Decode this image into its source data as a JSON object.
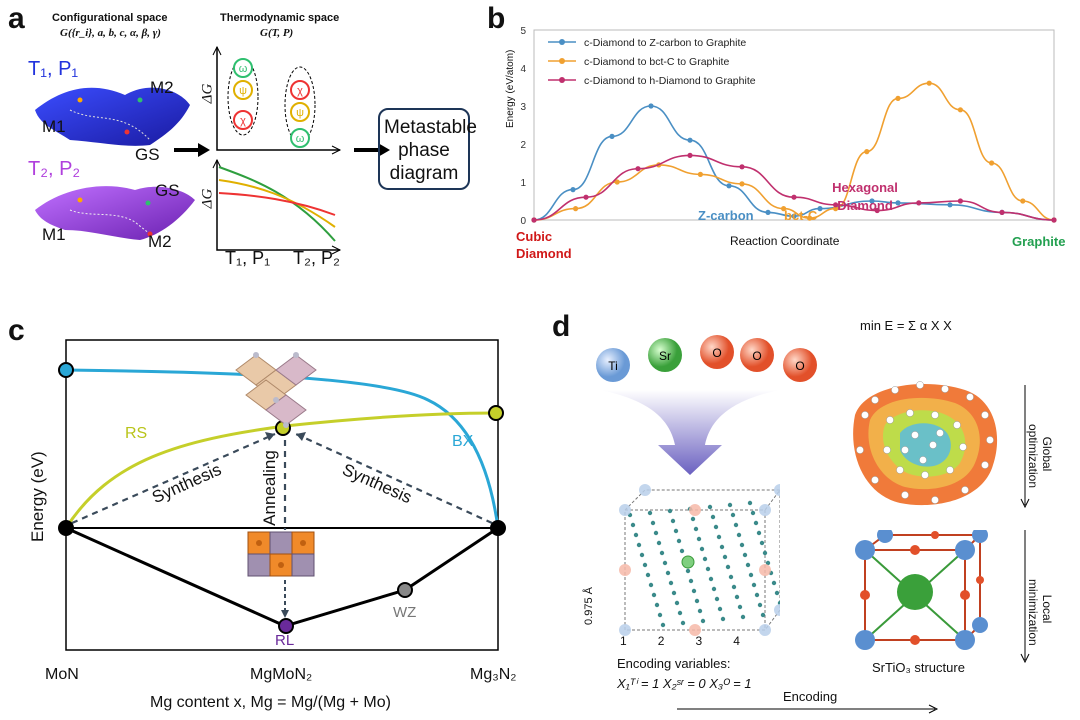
{
  "panel_a": {
    "label": "a",
    "config_title": "Configurational space",
    "config_formula": "G({r_i}, a, b, c, α, β, γ)",
    "thermo_title": "Thermodynamic space",
    "thermo_formula": "G(T, P)",
    "state1": "T₁, P₁",
    "state2": "T₂, P₂",
    "m1_top": "M1",
    "m2_top": "M2",
    "gs_top": "GS",
    "m1_bot": "M1",
    "m2_bot": "M2",
    "gs_bot": "GS",
    "dg1": "ΔG",
    "dg2": "ΔG",
    "x_left": "T₁, P₁",
    "x_right": "T₂, P₂",
    "greek_omega": "ω",
    "greek_psi": "ψ",
    "greek_chi": "χ",
    "result_box": "Metastable phase diagram"
  },
  "chart_data": {
    "type": "line",
    "panel_label": "b",
    "ylabel": "Energy (eV/atom)",
    "xlabel": "Reaction Coordinate",
    "ylim": [
      0,
      5
    ],
    "yticks": [
      "0",
      "1",
      "2",
      "3",
      "4",
      "5"
    ],
    "grid": false,
    "legend_position": "top-left",
    "series": [
      {
        "name": "c-Diamond to Z-carbon to Graphite",
        "color": "#4a8fc4",
        "x": [
          0,
          0.075,
          0.15,
          0.225,
          0.3,
          0.375,
          0.45,
          0.5,
          0.55,
          0.65,
          0.7,
          0.8,
          0.9,
          1.0
        ],
        "y": [
          0,
          0.8,
          2.2,
          3.0,
          2.1,
          0.9,
          0.2,
          0.1,
          0.3,
          0.5,
          0.45,
          0.4,
          0.2,
          0
        ]
      },
      {
        "name": "c-Diamond to bct-C to Graphite",
        "color": "#f0a030",
        "x": [
          0,
          0.08,
          0.16,
          0.24,
          0.32,
          0.4,
          0.48,
          0.53,
          0.58,
          0.64,
          0.7,
          0.76,
          0.82,
          0.88,
          0.94,
          1.0
        ],
        "y": [
          0,
          0.3,
          1.0,
          1.45,
          1.2,
          0.95,
          0.3,
          0.05,
          0.3,
          1.8,
          3.2,
          3.6,
          2.9,
          1.5,
          0.5,
          0
        ]
      },
      {
        "name": "c-Diamond to h-Diamond to Graphite",
        "color": "#c0306e",
        "x": [
          0,
          0.1,
          0.2,
          0.3,
          0.4,
          0.5,
          0.58,
          0.66,
          0.74,
          0.82,
          0.9,
          1.0
        ],
        "y": [
          0,
          0.6,
          1.35,
          1.7,
          1.4,
          0.6,
          0.4,
          0.25,
          0.45,
          0.5,
          0.2,
          0
        ]
      }
    ],
    "annotations": {
      "start_name": "Cubic Diamond",
      "z_carbon": "Z-carbon",
      "bct_c": "bct-C",
      "hexagonal": "Hexagonal Diamond",
      "end_name": "Graphite"
    }
  },
  "panel_c": {
    "label": "c",
    "ylabel": "Energy (eV)",
    "xlabel": "Mg content x, Mg = Mg/(Mg + Mo)",
    "x_left": "MoN",
    "x_mid": "MgMoN₂",
    "x_right": "Mg₃N₂",
    "rs": "RS",
    "bx": "BX",
    "rl": "RL",
    "wz": "WZ",
    "synthesis_left": "Synthesis",
    "synthesis_right": "Synthesis",
    "annealing": "Annealing"
  },
  "panel_d": {
    "label": "d",
    "atoms": [
      "Ti",
      "Sr",
      "O",
      "O",
      "O"
    ],
    "scale": "0.975 Å",
    "ticks": [
      "1",
      "2",
      "3",
      "4"
    ],
    "encoding_title": "Encoding variables:",
    "encoding_vars": "X₁ᵀⁱ = 1   X₂ˢʳ = 0   X₃ᴼ = 1",
    "formula": "min E = Σ α X X",
    "global_opt": "Global optimization",
    "local_min": "Local minimization",
    "structure": "SrTiO₃ structure",
    "encoding": "Encoding"
  }
}
